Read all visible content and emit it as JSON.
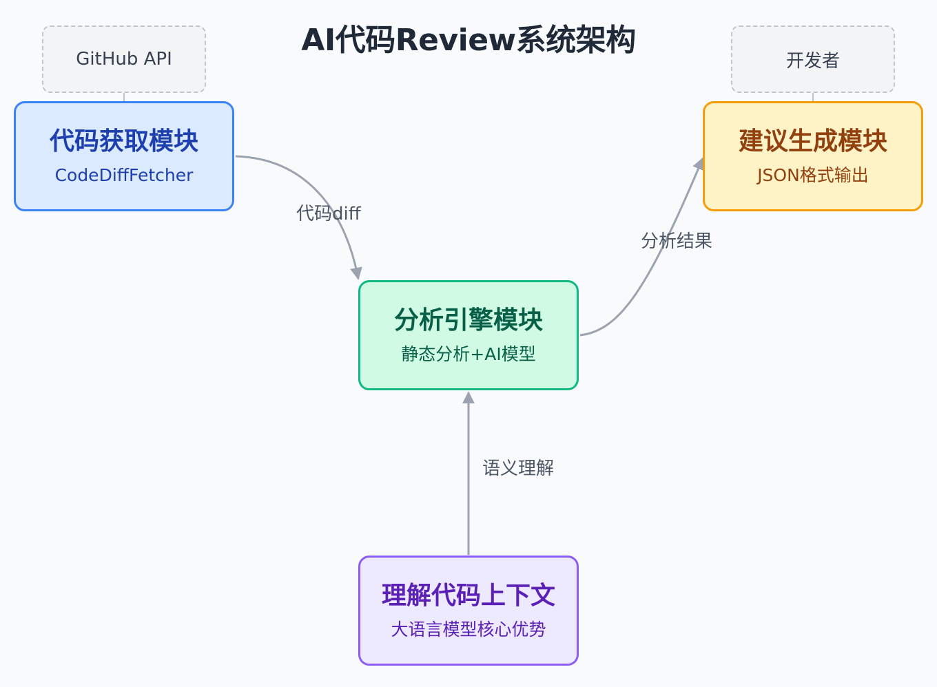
{
  "title": "AI代码Review系统架构",
  "external": {
    "source": "GitHub API",
    "consumer": "开发者"
  },
  "nodes": {
    "fetch": {
      "title": "代码获取模块",
      "subtitle": "CodeDiffFetcher"
    },
    "analysis": {
      "title": "分析引擎模块",
      "subtitle": "静态分析+AI模型"
    },
    "suggest": {
      "title": "建议生成模块",
      "subtitle": "JSON格式输出"
    },
    "context": {
      "title": "理解代码上下文",
      "subtitle": "大语言模型核心优势"
    }
  },
  "edges": {
    "fetch_to_analysis": "代码diff",
    "analysis_to_suggest": "分析结果",
    "context_to_analysis": "语义理解"
  },
  "colors": {
    "arrow": "#9ca3af",
    "fetch_border": "#3b82f6",
    "analysis_border": "#10b981",
    "suggest_border": "#f59e0b",
    "context_border": "#8b5cf6"
  }
}
